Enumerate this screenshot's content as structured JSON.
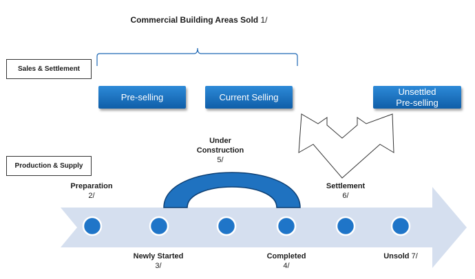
{
  "title": {
    "text": "Commercial Building Areas Sold",
    "note": "1/"
  },
  "sections": {
    "sales": "Sales & Settlement",
    "production": "Production & Supply"
  },
  "selling": {
    "pre_selling": "Pre-selling",
    "current_selling": "Current Selling",
    "unsettled_line1": "Unsettled",
    "unsettled_line2": "Pre-selling"
  },
  "stages": {
    "preparation": {
      "label": "Preparation",
      "note": "2/"
    },
    "newly_started": {
      "label": "Newly Started",
      "note": "3/"
    },
    "completed": {
      "label": "Completed",
      "note": "4/"
    },
    "under_construction": {
      "line1": "Under",
      "line2": "Construction",
      "note": "5/"
    },
    "settlement": {
      "label": "Settlement",
      "note": "6/"
    },
    "unsold": {
      "label": "Unsold",
      "note": "7/"
    }
  },
  "colors": {
    "arrow_fill": "#d5dfef",
    "dot_fill": "#1f75c8",
    "dot_stroke": "#ffffff",
    "arch_fill": "#1f72c0",
    "arch_stroke": "#0d3f73",
    "bracket": "#1b66b3"
  }
}
